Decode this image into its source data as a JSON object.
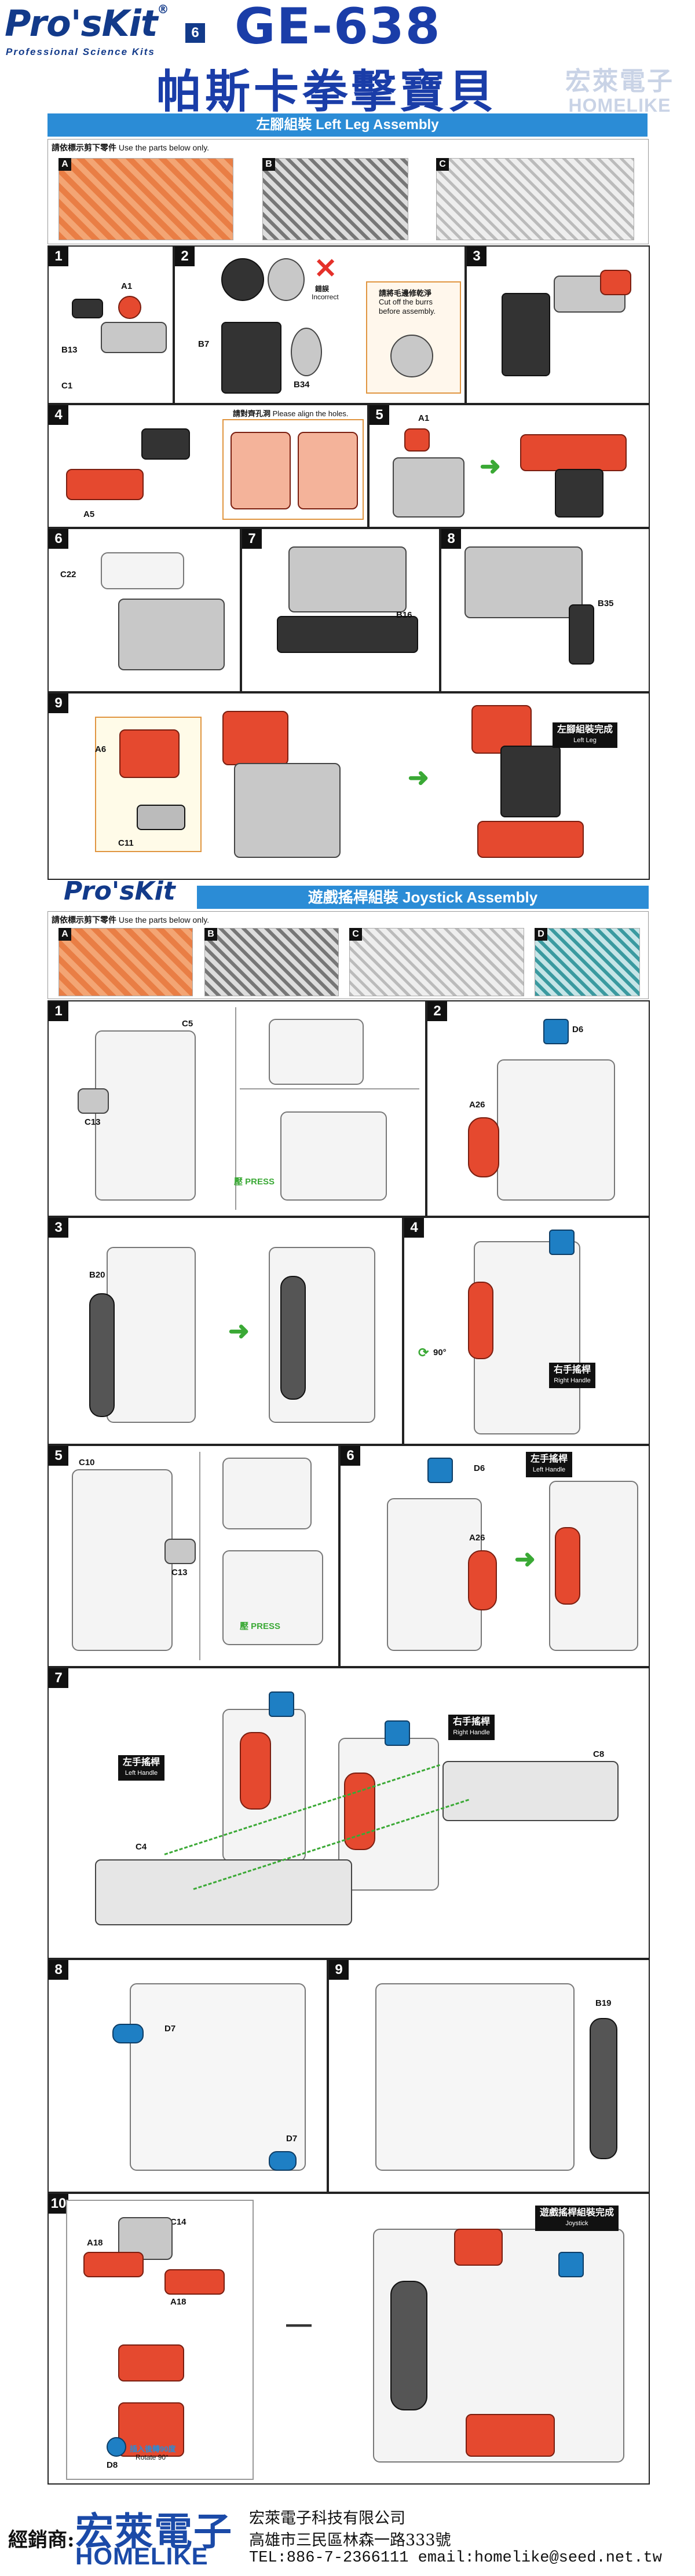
{
  "header": {
    "brand": "Pro'sKit",
    "brand_reg": "®",
    "series_num": "6",
    "tagline": "Professional Science Kits",
    "model": "GE-638",
    "title_cn": "帕斯卡拳擊寶貝",
    "homelike_cn": "宏萊電子",
    "homelike_en": "HOMELIKE"
  },
  "section1": {
    "title": "左腳組裝 Left Leg Assembly",
    "instruct_cn": "請依標示剪下零件",
    "instruct_en": "Use the parts below only.",
    "sprues": [
      "A",
      "B",
      "C"
    ],
    "steps": {
      "s1": {
        "num": "1",
        "labels": [
          "A1",
          "B13",
          "C1"
        ]
      },
      "s2": {
        "num": "2",
        "labels": [
          "B7",
          "B34"
        ],
        "incorrect_cn": "錯誤",
        "incorrect_en": "Incorrect",
        "burr_cn": "請將毛邊修乾淨",
        "burr_en1": "Cut off the burrs",
        "burr_en2": "before assembly."
      },
      "s3": {
        "num": "3"
      },
      "s4": {
        "num": "4",
        "labels": [
          "A5"
        ],
        "align_cn": "請對齊孔洞",
        "align_en": "Please align the holes."
      },
      "s5": {
        "num": "5",
        "labels": [
          "A1"
        ]
      },
      "s6": {
        "num": "6",
        "labels": [
          "C22"
        ]
      },
      "s7": {
        "num": "7",
        "labels": [
          "B16"
        ]
      },
      "s8": {
        "num": "8",
        "labels": [
          "B35"
        ]
      },
      "s9": {
        "num": "9",
        "labels": [
          "A6",
          "C11"
        ],
        "done_cn": "左腳組裝完成",
        "done_en": "Left Leg"
      }
    }
  },
  "section2": {
    "brand": "Pro'sKit",
    "title": "遊戲搖桿組裝 Joystick Assembly",
    "instruct_cn": "請依標示剪下零件",
    "instruct_en": "Use the parts below only.",
    "sprues": [
      "A",
      "B",
      "C",
      "D"
    ],
    "steps": {
      "s1": {
        "num": "1",
        "labels": [
          "C5",
          "C13"
        ],
        "press": "壓 PRESS"
      },
      "s2": {
        "num": "2",
        "labels": [
          "D6",
          "A26"
        ]
      },
      "s3": {
        "num": "3",
        "labels": [
          "B20"
        ]
      },
      "s4": {
        "num": "4",
        "rotate": "90°",
        "handle_cn": "右手搖桿",
        "handle_en": "Right Handle"
      },
      "s5": {
        "num": "5",
        "labels": [
          "C10",
          "C13"
        ],
        "press": "壓 PRESS"
      },
      "s6": {
        "num": "6",
        "labels": [
          "D6",
          "A26"
        ],
        "handle_cn": "左手搖桿",
        "handle_en": "Left Handle"
      },
      "s7": {
        "num": "7",
        "labels": [
          "C8",
          "C4"
        ],
        "left_cn": "左手搖桿",
        "left_en": "Left Handle",
        "right_cn": "右手搖桿",
        "right_en": "Right Handle"
      },
      "s8": {
        "num": "8",
        "labels": [
          "D7",
          "D7"
        ]
      },
      "s9": {
        "num": "9",
        "labels": [
          "B19"
        ]
      },
      "s10": {
        "num": "10",
        "labels": [
          "C14",
          "A18",
          "A18",
          "D8"
        ],
        "rotate_cn": "插入後轉90度",
        "rotate_en": "Rotate 90°",
        "done_cn": "遊戲搖桿組裝完成",
        "done_en": "Joystick"
      }
    }
  },
  "footer": {
    "dist": "經銷商:",
    "hl_cn": "宏萊電子",
    "hl_en": "HOMELIKE",
    "company": "宏萊電子科技有限公司",
    "address": "高雄市三民區林森一路333號",
    "contact": "TEL:886-7-2366111  email:homelike@seed.net.tw"
  },
  "colors": {
    "brand_blue": "#1a3da8",
    "bar_blue": "#2b8cd6",
    "part_red": "#e5492f",
    "part_blue": "#1e7fc4",
    "arrow_green": "#3aa935"
  }
}
